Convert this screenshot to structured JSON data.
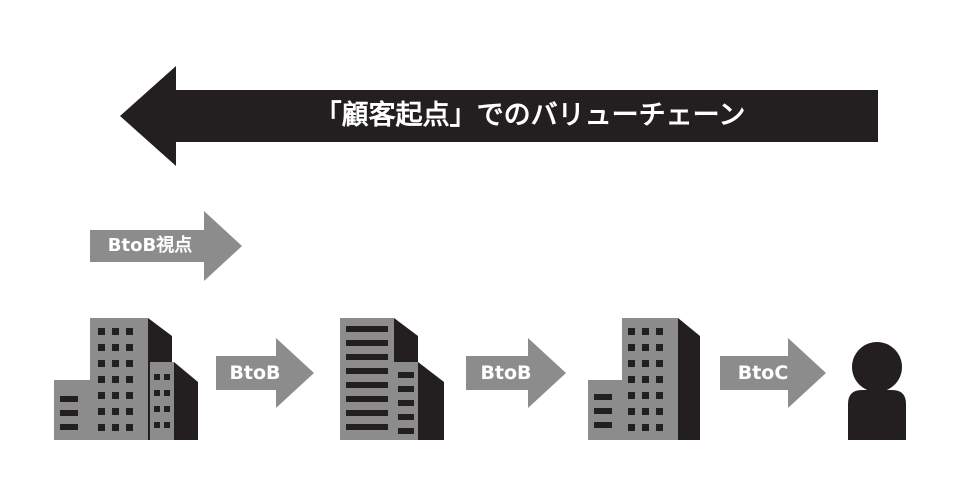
{
  "top_arrow": {
    "label": "「顧客起点」でのバリューチェーン"
  },
  "viewpoint_arrow": {
    "label": "BtoB視点"
  },
  "connectors": [
    {
      "label": "BtoB"
    },
    {
      "label": "BtoB"
    },
    {
      "label": "BtoC"
    }
  ],
  "colors": {
    "dark": "#231f20",
    "gray": "#8c8c8c",
    "white": "#ffffff"
  }
}
